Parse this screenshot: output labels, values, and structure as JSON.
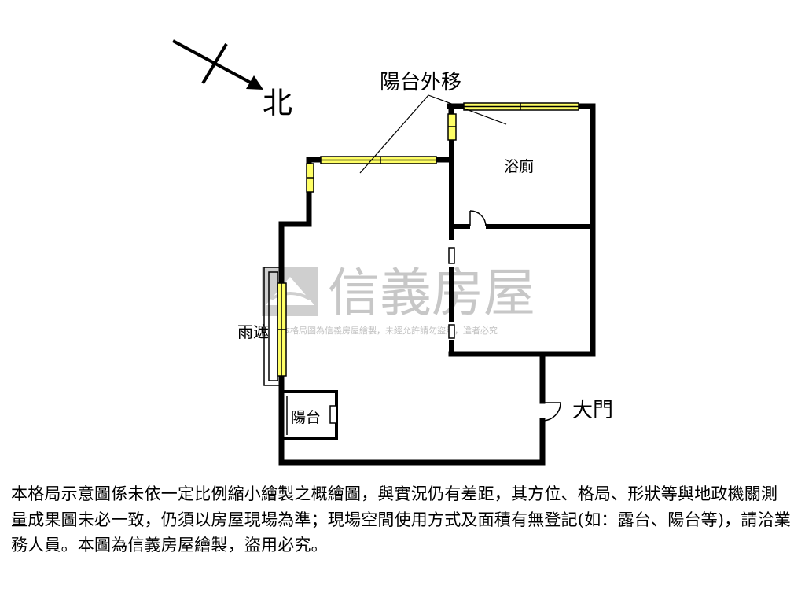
{
  "compass": {
    "label": "北"
  },
  "rooms": {
    "balcony_shift": "陽台外移",
    "bathroom": "浴廁",
    "canopy": "雨遮",
    "balcony": "陽台",
    "entrance": "大門"
  },
  "watermark": {
    "brand": "信義房屋",
    "notice": "本格局圖為信義房屋繪製，未經允許請勿盜用，違者必究"
  },
  "disclaimer": "本格局示意圖係未依一定比例縮小繪製之概繪圖，與實況仍有差距，其方位、格局、形狀等與地政機關測量成果圖未必一致，仍須以房屋現場為準；現場空間使用方式及面積有無登記(如：露台、陽台等)，請洽業務人員。本圖為信義房屋繪製，盜用必究。",
  "colors": {
    "wall": "#000000",
    "window_fill": "#ffff66",
    "watermark": "#c7c7c7"
  }
}
